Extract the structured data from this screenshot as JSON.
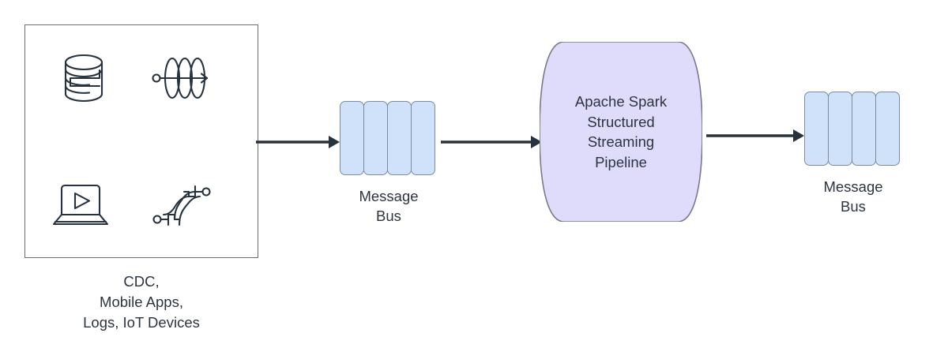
{
  "diagram": {
    "title": "Apache Spark Structured Streaming Architecture",
    "background": "#ffffff",
    "colors": {
      "bus_fill": "#cfe2f9",
      "bus_stroke": "#7b8ca3",
      "spark_fill": "#dedcfa",
      "spark_stroke": "#7a7a8c",
      "box_stroke": "#6c6c6c",
      "arrow": "#27323d",
      "icon_stroke": "#26333f",
      "text": "#2c3440"
    }
  },
  "source": {
    "name": "data-sources-box",
    "caption": "CDC,\nMobile Apps,\nLogs, IoT Devices",
    "icons": [
      {
        "name": "database-icon",
        "label": "Database / CDC"
      },
      {
        "name": "data-stream-icon",
        "label": "Data stream"
      },
      {
        "name": "laptop-play-icon",
        "label": "Mobile / media app"
      },
      {
        "name": "iot-circuit-icon",
        "label": "IoT device"
      }
    ]
  },
  "message_bus_in": {
    "name": "message-bus-input",
    "label": "Message\nBus",
    "partitions": 4
  },
  "spark": {
    "name": "spark-pipeline",
    "label": "Apache Spark\nStructured\nStreaming\nPipeline"
  },
  "message_bus_out": {
    "name": "message-bus-output",
    "label": "Message\nBus",
    "partitions": 4
  },
  "arrows": [
    {
      "name": "arrow-sources-to-bus-in",
      "from": "data-sources-box",
      "to": "message-bus-input"
    },
    {
      "name": "arrow-bus-in-to-spark",
      "from": "message-bus-input",
      "to": "spark-pipeline"
    },
    {
      "name": "arrow-spark-to-bus-out",
      "from": "spark-pipeline",
      "to": "message-bus-output"
    }
  ]
}
